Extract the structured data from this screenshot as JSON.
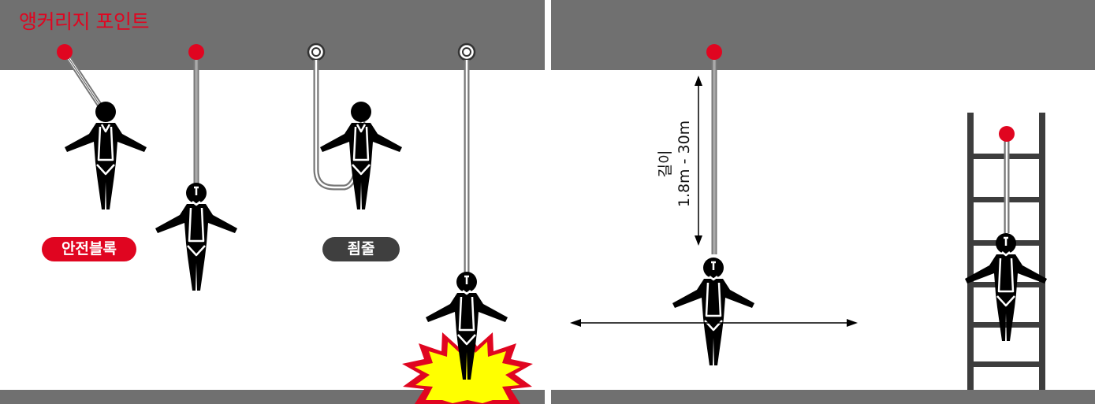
{
  "labels": {
    "anchor_point": "앵커리지 포인트",
    "safety_block": "안전블록",
    "lanyard": "죔줄",
    "length_title": "길이",
    "length_range": "1.8m - 30m"
  },
  "colors": {
    "anchor_red": "#e00520",
    "ceiling_gray": "#707070",
    "figure_black": "#000000",
    "impact_yellow": "#ffff00",
    "pill_dark": "#3f3f3f"
  },
  "icons": [
    "anchor-point-icon",
    "ring-anchor-icon",
    "worker-figure-icon",
    "impact-burst-icon",
    "ladder-icon",
    "double-arrow-icon"
  ]
}
